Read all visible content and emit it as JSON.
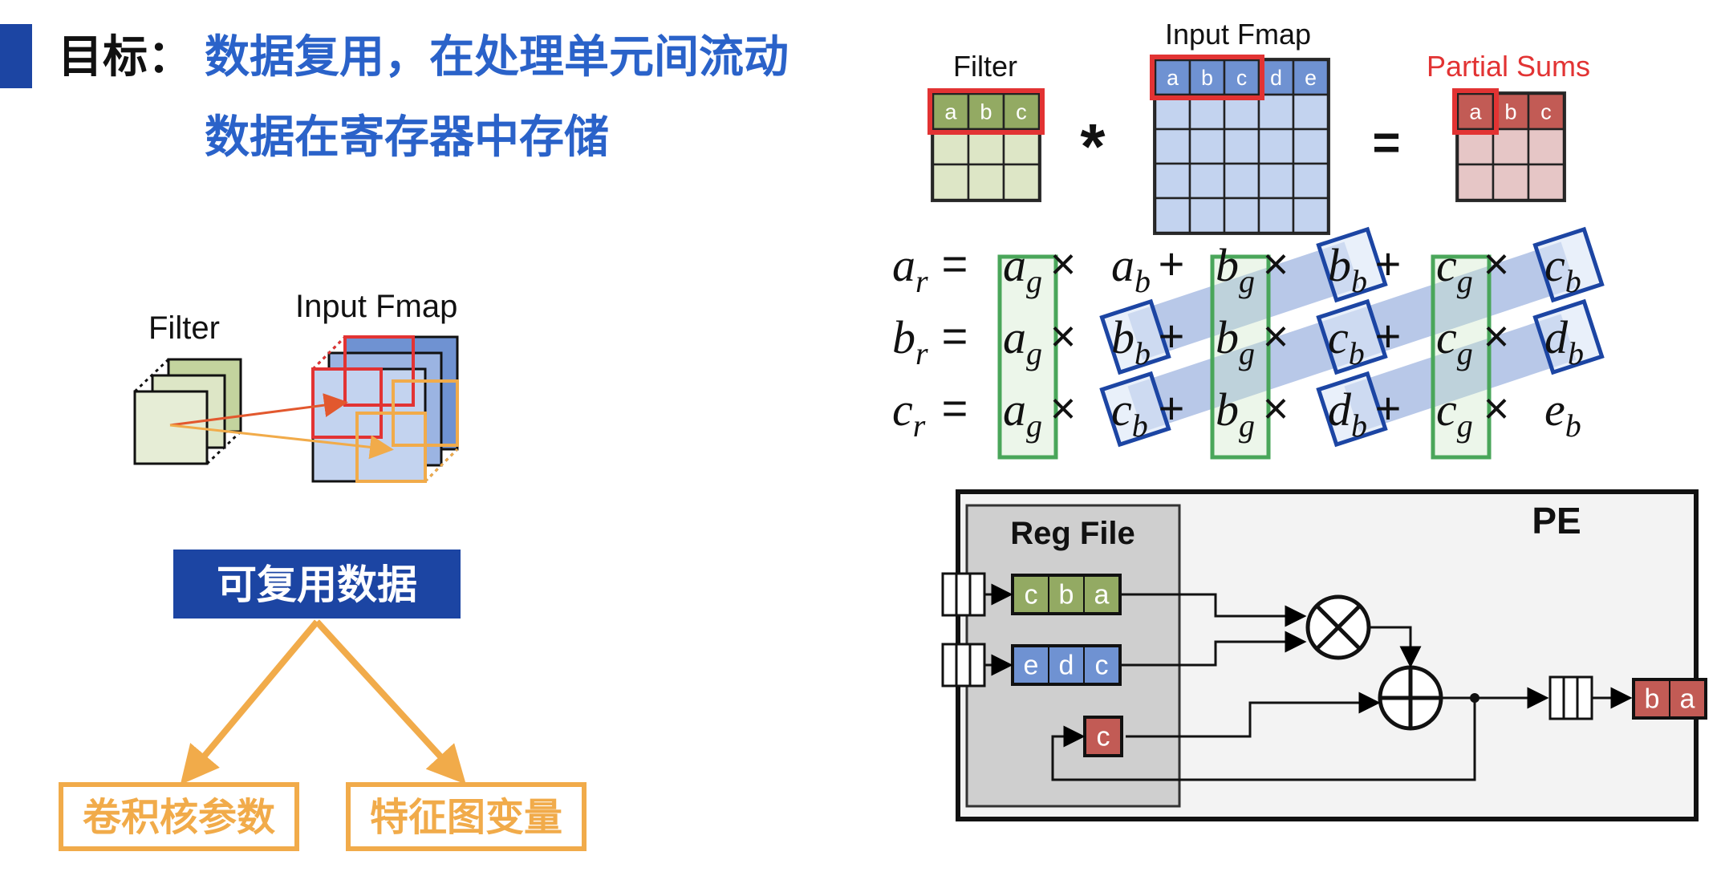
{
  "title": {
    "prefix": "目标：",
    "line1": "数据复用，在处理单元间流动",
    "line2": "数据在寄存器中存储"
  },
  "left": {
    "filter_label": "Filter",
    "input_label": "Input Fmap",
    "reuse_box": "可复用数据",
    "leaf1": "卷积核参数",
    "leaf2": "特征图变量"
  },
  "top_right": {
    "filter_label": "Filter",
    "input_label": "Input Fmap",
    "psum_label": "Partial Sums",
    "op_conv": "*",
    "op_eq": "=",
    "filter_row": [
      "a",
      "b",
      "c"
    ],
    "input_row": [
      "a",
      "b",
      "c",
      "d",
      "e"
    ],
    "psum_row": [
      "a",
      "b",
      "c"
    ]
  },
  "equations": [
    {
      "lhs": "a",
      "lsub": "r",
      "t1": "a",
      "s1": "g",
      "t2": "a",
      "s2": "b",
      "t3": "b",
      "s3": "g",
      "t4": "b",
      "s4": "b",
      "t5": "c",
      "s5": "g",
      "t6": "c",
      "s6": "b"
    },
    {
      "lhs": "b",
      "lsub": "r",
      "t1": "a",
      "s1": "g",
      "t2": "b",
      "s2": "b",
      "t3": "b",
      "s3": "g",
      "t4": "c",
      "s4": "b",
      "t5": "c",
      "s5": "g",
      "t6": "d",
      "s6": "b"
    },
    {
      "lhs": "c",
      "lsub": "r",
      "t1": "a",
      "s1": "g",
      "t2": "c",
      "s2": "b",
      "t3": "b",
      "s3": "g",
      "t4": "d",
      "s4": "b",
      "t5": "c",
      "s5": "g",
      "t6": "e",
      "s6": "b"
    }
  ],
  "symbols": {
    "eq": "=",
    "times": "×",
    "plus": "+"
  },
  "pe": {
    "title": "PE",
    "reg_file_label": "Reg File",
    "filter_reg": [
      "c",
      "b",
      "a"
    ],
    "input_reg": [
      "e",
      "d",
      "c"
    ],
    "psum_reg": "c",
    "output_reg": [
      "b",
      "a"
    ]
  },
  "colors": {
    "accent": "#1c45a3",
    "title_blue": "#2a62c9",
    "green": "#93aa63",
    "blue": "#6f92d2",
    "red_cell": "#c25b55",
    "red_outline": "#e23333",
    "orange": "#f1ab4a",
    "psum_red_text": "#e23333"
  }
}
